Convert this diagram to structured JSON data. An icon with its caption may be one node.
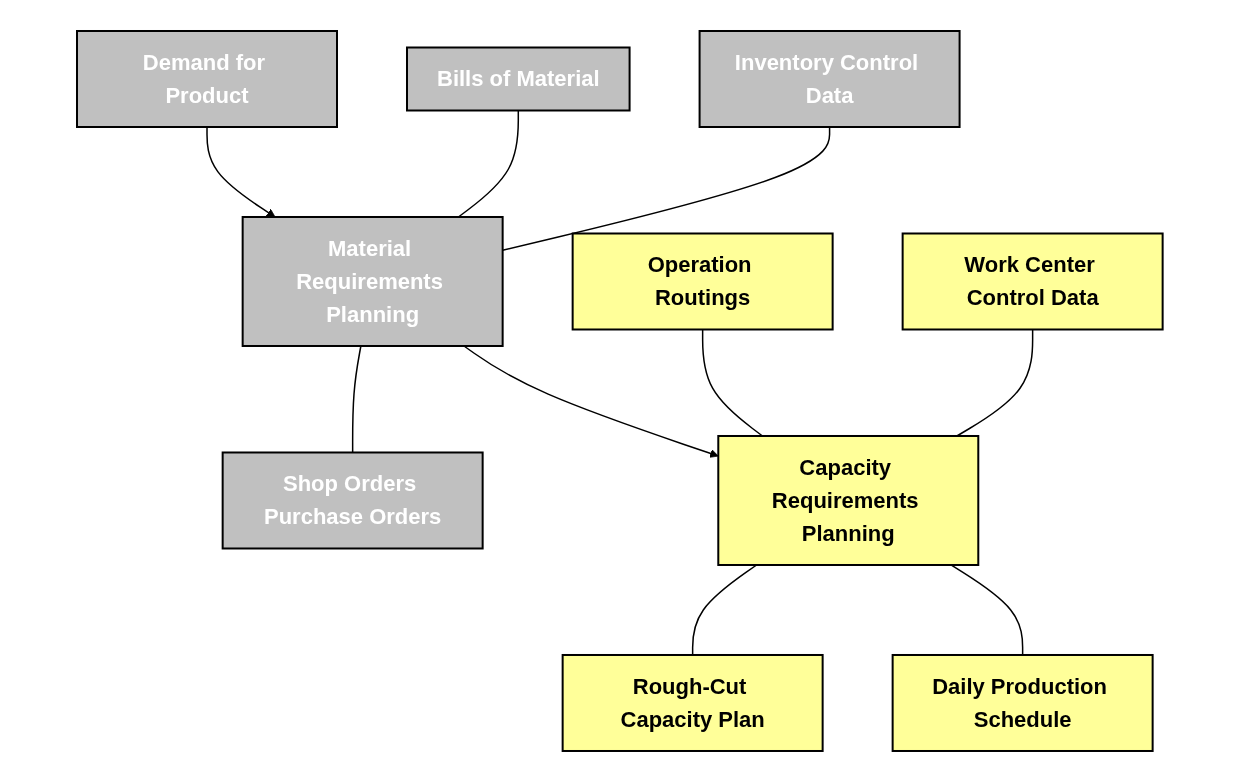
{
  "diagram": {
    "nodes": [
      {
        "text": [
          "Demand for Product"
        ]
      },
      {
        "text": [
          "Bills of Material"
        ]
      },
      {
        "text": [
          "Inventory Control Data"
        ]
      },
      {
        "text": [
          "Material Requirements Planning"
        ]
      },
      {
        "text": [
          "Shop Orders Purchase Orders"
        ]
      },
      {
        "text": [
          "Operation Routings"
        ]
      },
      {
        "text": [
          "Work Center Control Data"
        ]
      },
      {
        "text": [
          "Capacity Requirements Planning"
        ]
      },
      {
        "text": [
          "Rough-Cut Capacity Plan"
        ]
      },
      {
        "text": [
          "Daily Production Schedule"
        ]
      }
    ],
    "edges": [
      {
        "from": 0,
        "to": 3,
        "arrow": "to"
      },
      {
        "from": 1,
        "to": 3,
        "arrow": "none"
      },
      {
        "from": 2,
        "to": 3,
        "arrow": "none"
      },
      {
        "from": 3,
        "to": 4,
        "arrow": "none"
      },
      {
        "from": 3,
        "to": 7,
        "arrow": "to"
      },
      {
        "from": 5,
        "to": 7,
        "arrow": "none"
      },
      {
        "from": 6,
        "to": 7,
        "arrow": "none"
      },
      {
        "from": 7,
        "to": 8,
        "arrow": "none"
      },
      {
        "from": 7,
        "to": 9,
        "arrow": "none"
      }
    ]
  }
}
